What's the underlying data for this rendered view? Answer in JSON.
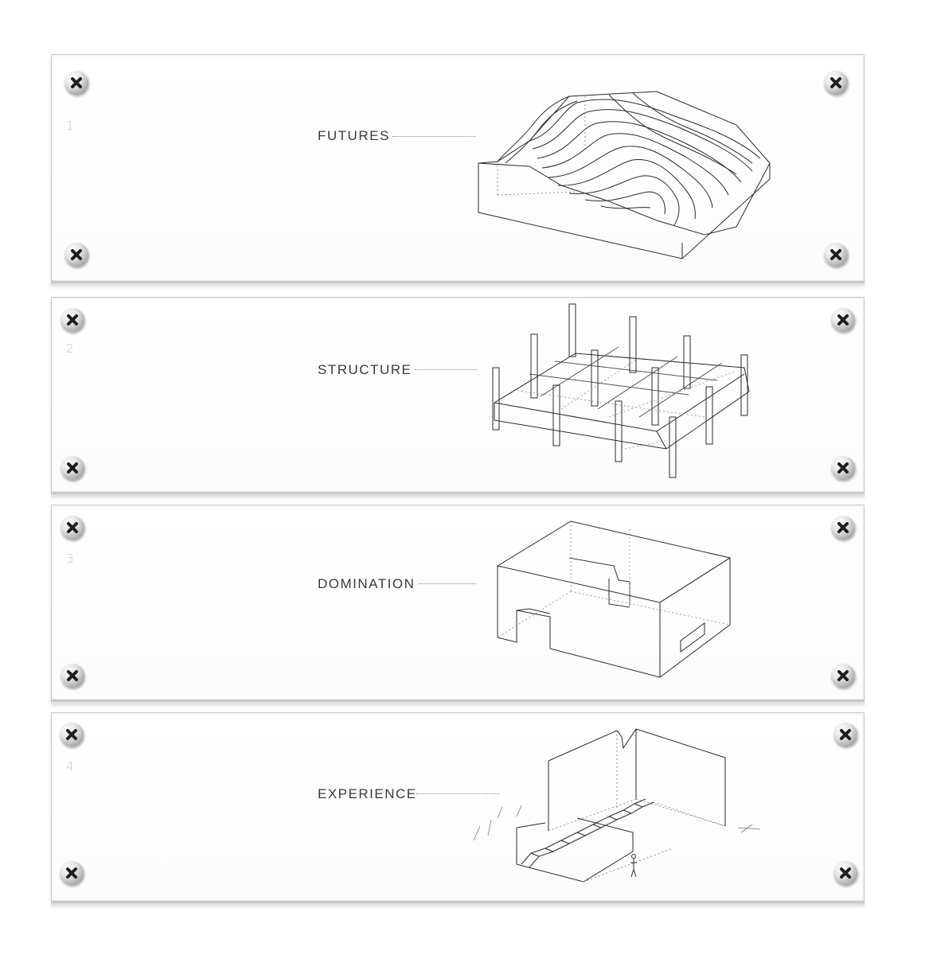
{
  "panels": [
    {
      "number": "1",
      "title": "FUTURES"
    },
    {
      "number": "2",
      "title": "STRUCTURE"
    },
    {
      "number": "3",
      "title": "DOMINATION"
    },
    {
      "number": "4",
      "title": "EXPERIENCE"
    }
  ],
  "icons": {
    "screw": "screw-icon",
    "drawings": [
      "topography-drawing",
      "structure-frame-drawing",
      "massing-volume-drawing",
      "staircase-space-drawing"
    ]
  },
  "colors": {
    "background": "#ffffff",
    "line": "#2a2a2a",
    "label": "#3a3a3a",
    "number": "#c6c6c6"
  }
}
